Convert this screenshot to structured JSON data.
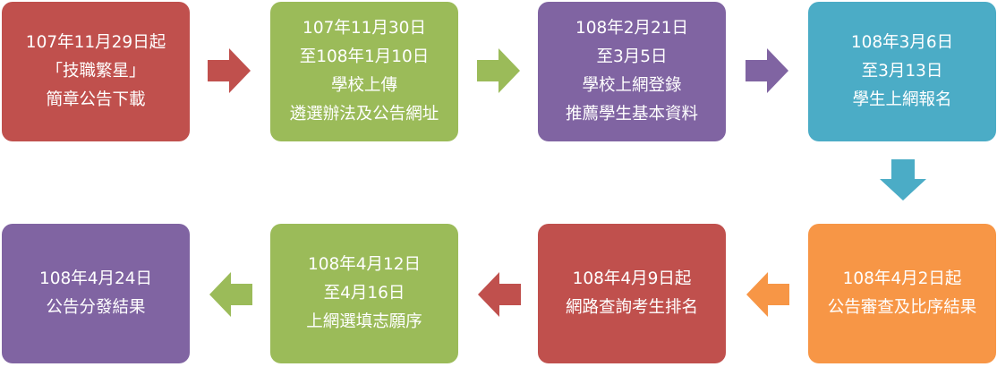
{
  "steps": [
    {
      "lines": [
        "107年11月29日起",
        "「技職繁星」",
        "簡章公告下載"
      ],
      "color": "#c0504d"
    },
    {
      "lines": [
        "107年11月30日",
        "至108年1月10日",
        "學校上傳",
        "遴選辦法及公告網址"
      ],
      "color": "#9bbb59"
    },
    {
      "lines": [
        "108年2月21日",
        "至3月5日",
        "學校上網登錄",
        "推薦學生基本資料"
      ],
      "color": "#8064a2"
    },
    {
      "lines": [
        "108年3月6日",
        "至3月13日",
        "學生上網報名"
      ],
      "color": "#4bacc6"
    },
    {
      "lines": [
        "108年4月2日起",
        "公告審查及比序結果"
      ],
      "color": "#f79646"
    },
    {
      "lines": [
        "108年4月9日起",
        "網路查詢考生排名"
      ],
      "color": "#c0504d"
    },
    {
      "lines": [
        "108年4月12日",
        "至4月16日",
        "上網選填志願序"
      ],
      "color": "#9bbb59"
    },
    {
      "lines": [
        "108年4月24日",
        "公告分發結果"
      ],
      "color": "#8064a2"
    }
  ],
  "arrows": [
    {
      "direction": "right",
      "color": "#c0504d"
    },
    {
      "direction": "right",
      "color": "#9bbb59"
    },
    {
      "direction": "right",
      "color": "#8064a2"
    },
    {
      "direction": "down",
      "color": "#4bacc6"
    },
    {
      "direction": "left",
      "color": "#f79646"
    },
    {
      "direction": "left",
      "color": "#c0504d"
    },
    {
      "direction": "left",
      "color": "#9bbb59"
    }
  ]
}
